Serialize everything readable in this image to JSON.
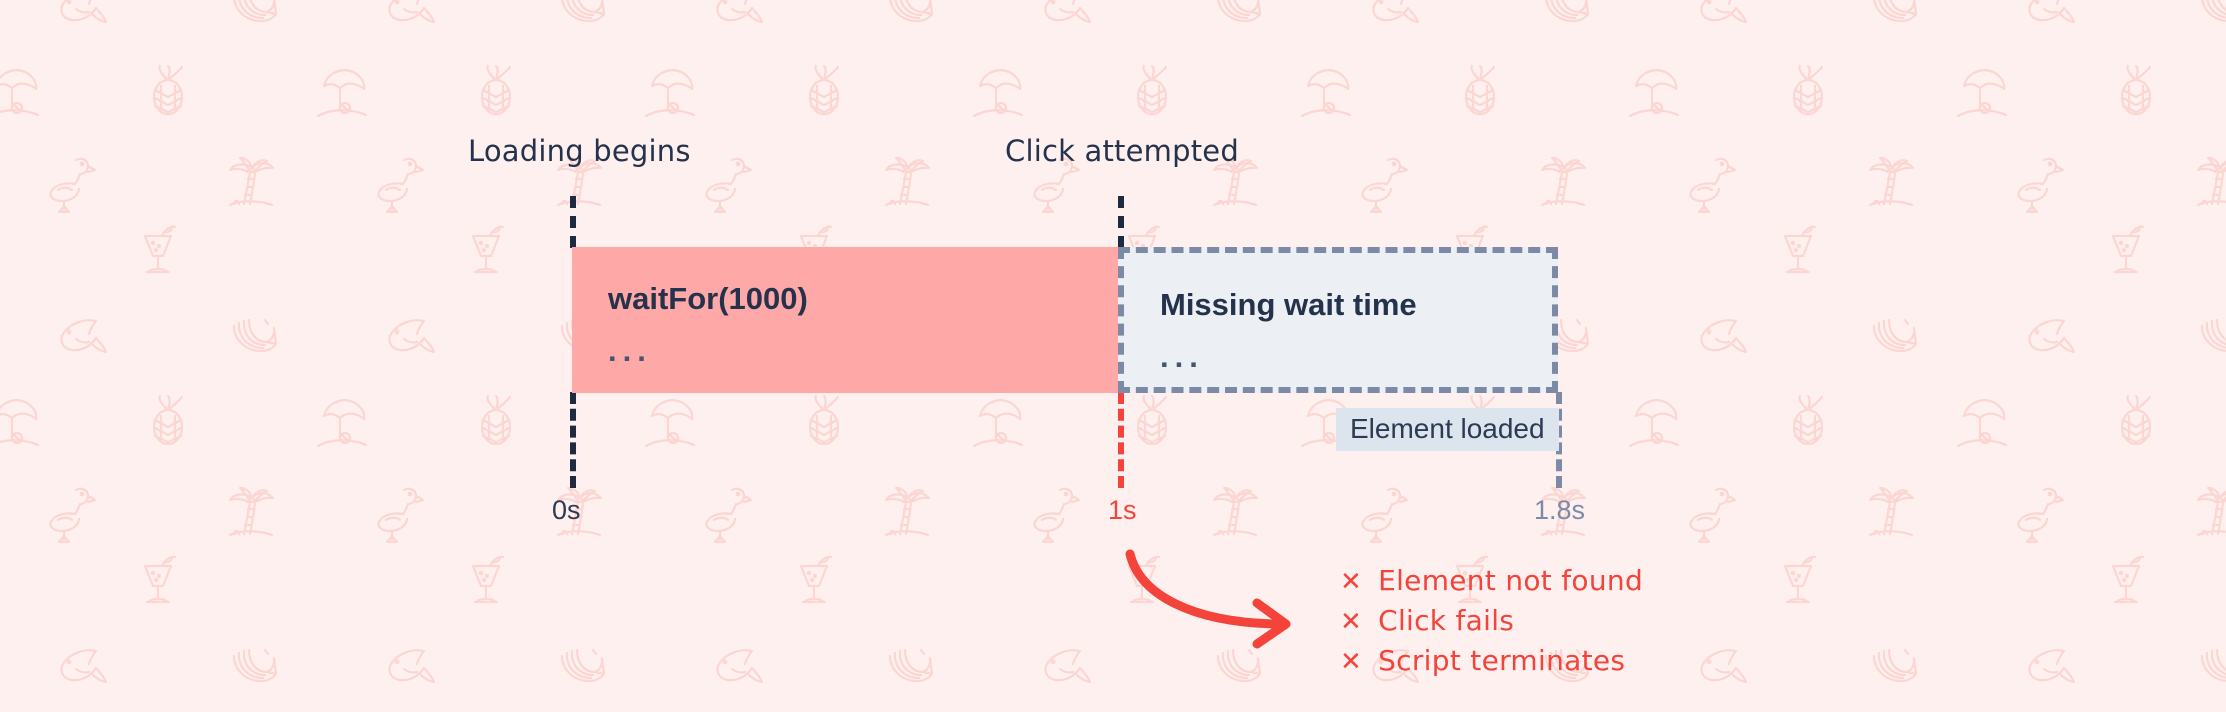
{
  "theme": {
    "background_color": "#FEF0EE",
    "pattern_color": "#FBD9D6",
    "wait_block_color": "#FFA8A8",
    "missing_block_fill": "#ECF0F5",
    "missing_block_border": "#7C8AA5",
    "marker_dark": "#1F2A40",
    "marker_red": "#F4433B",
    "marker_gray": "#7C8AA5",
    "badge_fill": "#DCE4ED",
    "text_dark": "#25324B",
    "error_red": "#F4433B"
  },
  "annotations": {
    "loading_begins": "Loading begins",
    "click_attempted": "Click attempted"
  },
  "blocks": {
    "wait": {
      "title": "waitFor(1000)",
      "dots": "...",
      "kind": "solid"
    },
    "missing": {
      "title": "Missing wait time",
      "dots": "...",
      "kind": "dashed"
    }
  },
  "badges": {
    "element_loaded": "Element loaded"
  },
  "ticks": [
    {
      "label": "0s",
      "color": "dark",
      "time_seconds": 0
    },
    {
      "label": "1s",
      "color": "red",
      "time_seconds": 1
    },
    {
      "label": "1.8s",
      "color": "gray",
      "time_seconds": 1.8
    }
  ],
  "failures": [
    {
      "mark": "✕",
      "text": "Element not found"
    },
    {
      "mark": "✕",
      "text": "Click fails"
    },
    {
      "mark": "✕",
      "text": "Script terminates"
    }
  ],
  "icons": {
    "arrow": "curved-arrow-icon",
    "failure_mark": "cross-icon"
  }
}
